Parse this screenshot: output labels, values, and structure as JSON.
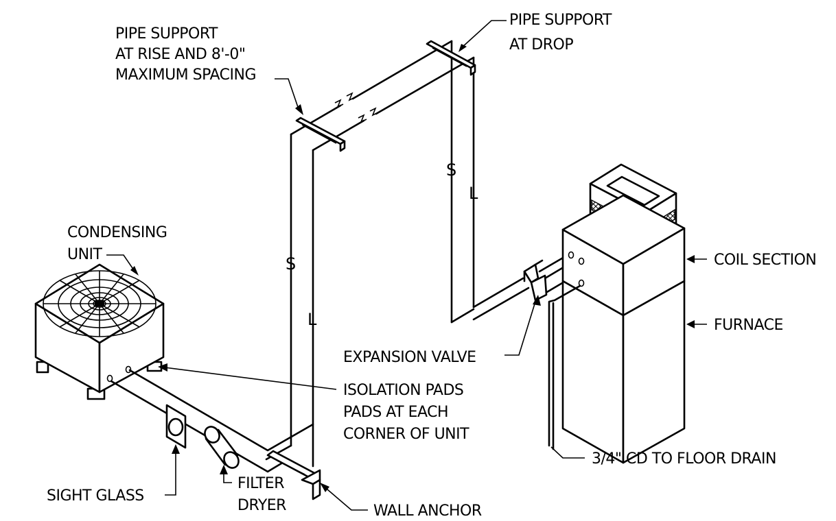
{
  "labels": {
    "pipe_support_rise": [
      "PIPE SUPPORT",
      "AT RISE AND 8'-0\"",
      "MAXIMUM SPACING"
    ],
    "pipe_support_drop": [
      "PIPE SUPPORT",
      "AT DROP"
    ],
    "condensing_unit": [
      "CONDENSING",
      "UNIT"
    ],
    "coil_section": "COIL SECTION",
    "furnace": "FURNACE",
    "expansion_valve": "EXPANSION VALVE",
    "isolation_pads": [
      "ISOLATION PADS",
      "PADS AT EACH",
      "CORNER OF UNIT"
    ],
    "sight_glass": "SIGHT GLASS",
    "filter_dryer": [
      "FILTER",
      "DRYER"
    ],
    "wall_anchor": "WALL ANCHOR",
    "condensate_drain": "3/4\" CD TO FLOOR DRAIN",
    "suction_line": "S",
    "liquid_line": "L"
  }
}
